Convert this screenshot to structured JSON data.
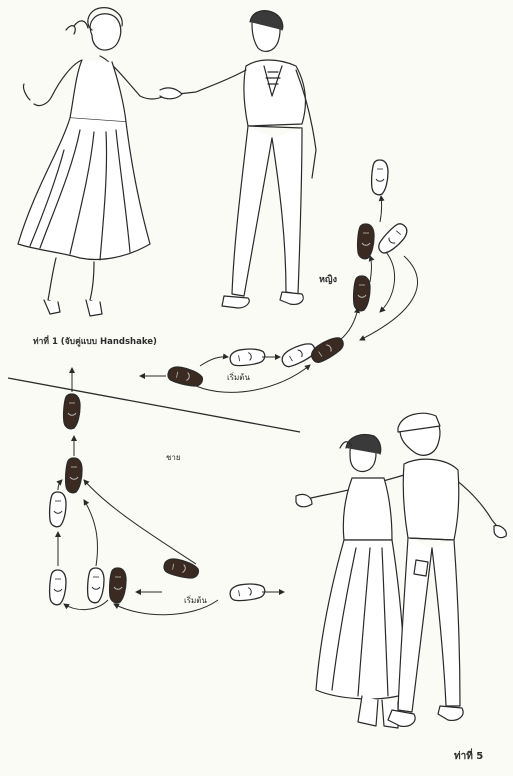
{
  "labels": {
    "caption_top": "ท่าที่ 1 (จับคู่แบบ Handshake)",
    "start_top": "เริ่มต้น",
    "woman": "หญิง",
    "man": "ชาย",
    "start_bottom": "เริ่มต้น",
    "figure_number": "ท่าที่ 5"
  },
  "colors": {
    "ink": "#2a2a2a",
    "paper": "#fbfbf6",
    "shoe_fill": "#3a2a22"
  }
}
